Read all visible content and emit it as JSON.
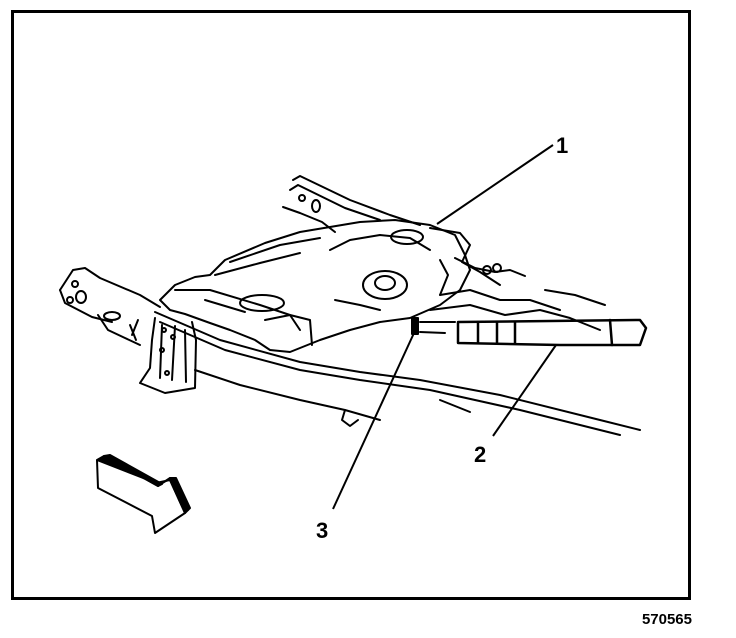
{
  "figure": {
    "id_label": "570565",
    "callouts": [
      {
        "number": "1",
        "part": "fuel-tank"
      },
      {
        "number": "2",
        "part": "filler-pipe"
      },
      {
        "number": "3",
        "part": "connector"
      }
    ],
    "direction_arrow": "front-of-vehicle-arrow",
    "line_color": "#000000",
    "background_color": "#ffffff"
  }
}
